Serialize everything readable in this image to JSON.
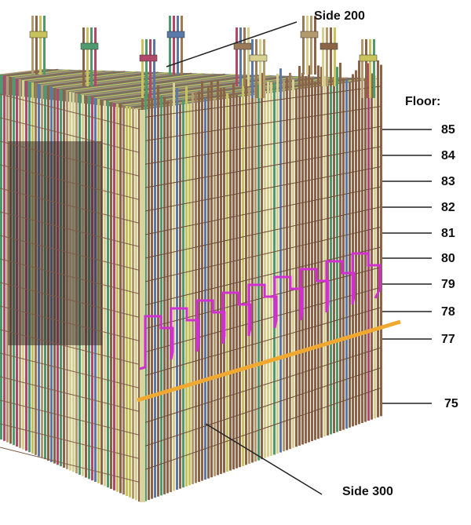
{
  "labels": {
    "side_top": "Side 200",
    "side_bottom": "Side 300",
    "floor_header": "Floor:"
  },
  "floors": [
    "85",
    "84",
    "83",
    "82",
    "81",
    "80",
    "79",
    "78",
    "77",
    "75"
  ],
  "colors": {
    "impact_line": "#f0a830",
    "damage_outline": "#d030d0",
    "palette": [
      "#b59a6e",
      "#8b6448",
      "#c8c35a",
      "#4e9a6e",
      "#b0486a",
      "#5a78a8",
      "#9a7a58",
      "#d8d090"
    ]
  }
}
